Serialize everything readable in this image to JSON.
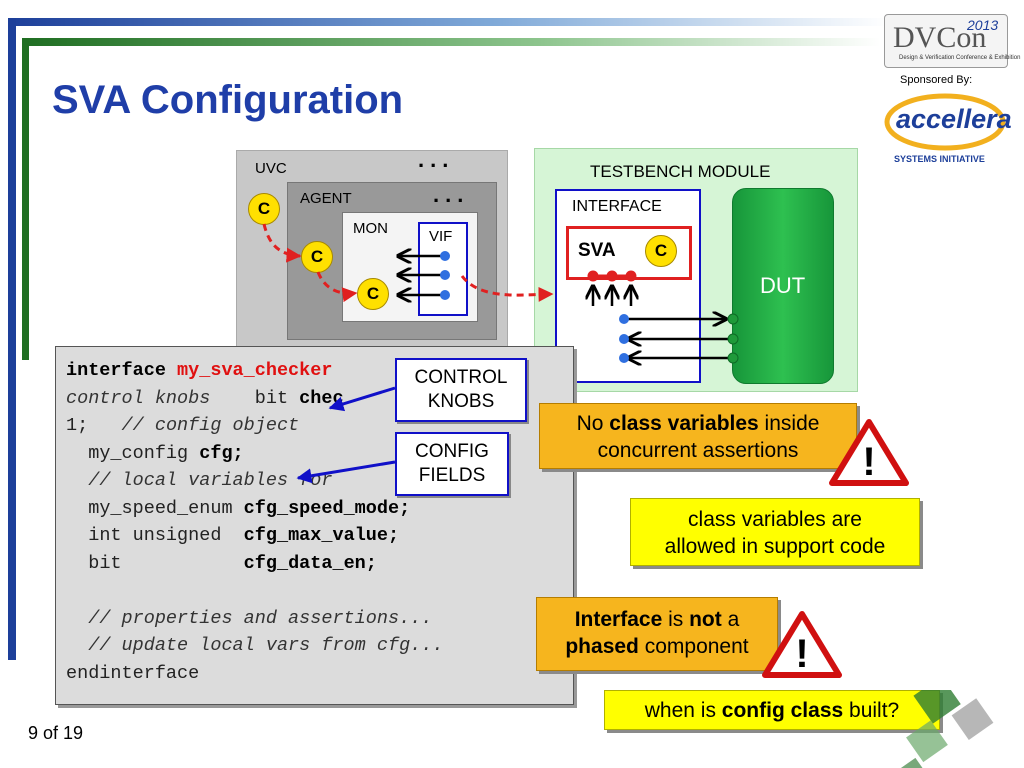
{
  "slide": {
    "title": "SVA Configuration",
    "sponsored_by": "Sponsored By:",
    "page_number": "9 of 19"
  },
  "logos": {
    "dvcon_text": "DVCon",
    "dvcon_year": "2013",
    "dvcon_tagline": "Design & Verification Conference & Exhibition",
    "accellera_text": "accellera",
    "accellera_tagline": "SYSTEMS INITIATIVE"
  },
  "diagram": {
    "uvc_label": "UVC",
    "agent_label": "AGENT",
    "mon_label": "MON",
    "vif_label": "VIF",
    "ellipsis": "...",
    "config_badge": "C",
    "testbench_label": "TESTBENCH MODULE",
    "interface_label": "INTERFACE",
    "sva_label": "SVA",
    "dut_label": "DUT"
  },
  "code": {
    "line1_kw": "interface",
    "line1_name": "my_sva_checker",
    "line1_tail": "/",
    "line2_cm": "control knobs",
    "line2_tail": "bit",
    "line2_kw": "chec",
    "line2_tail2": "=",
    "line3_val": "1;",
    "line3_cm": "// config object",
    "line4_type": "my_config",
    "line4_kw": "cfg;",
    "line5_cm": "// local variables for",
    "line6_type": "my_speed_enum",
    "line6_kw": "cfg_speed_mode;",
    "line7_type": "int unsigned",
    "line7_kw": "cfg_max_value;",
    "line8_type": "bit",
    "line8_kw": "cfg_data_en;",
    "line9_cm": "// properties and assertions...",
    "line10_cm": "// update local vars from cfg...",
    "line11_kw": "endinterface"
  },
  "callouts": {
    "control_knobs_line1": "CONTROL",
    "control_knobs_line2": "KNOBS",
    "config_fields_line1": "CONFIG",
    "config_fields_line2": "FIELDS"
  },
  "notes": {
    "note1_a": "No ",
    "note1_b": "class variables",
    "note1_c": " inside",
    "note1_line2": "concurrent assertions",
    "note2_line1": "class variables are",
    "note2_line2": "allowed in support code",
    "note3_a": "Interface",
    "note3_b": " is ",
    "note3_c": "not",
    "note3_d": " a",
    "note3_e": "phased",
    "note3_f": " component",
    "note4_a": "when is ",
    "note4_b": "config class",
    "note4_c": " built?"
  },
  "warning_glyph": "!",
  "colors": {
    "title_blue": "#1f3ea8",
    "header_green": "#2e7d32",
    "code_red": "#e01010",
    "orange_note": "#f6b51e",
    "yellow_note": "#ffff00",
    "dut_green": "#22aa44",
    "testbench_bg": "#d6f5d6",
    "callout_border": "#1010c8"
  }
}
